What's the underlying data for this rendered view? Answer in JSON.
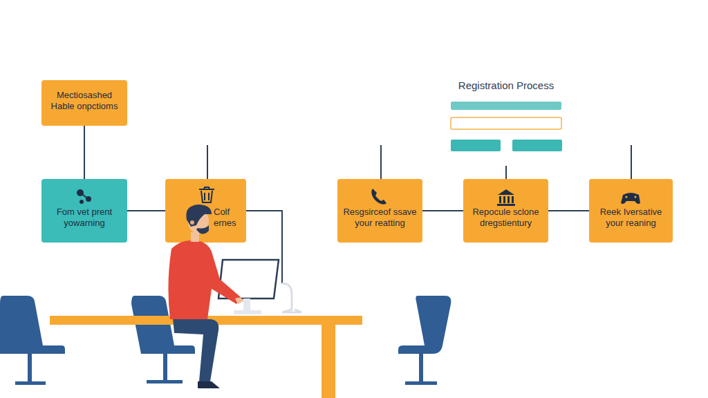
{
  "diagram": {
    "nodes": [
      {
        "text": [
          "Mectiosashed Hable onpctioms"
        ]
      },
      {
        "text": [
          "Fom vet prent yowarning"
        ]
      },
      {
        "text": [
          "Colf ernes"
        ]
      },
      {
        "text": [
          "Resgsirceof ssave your reatting"
        ]
      },
      {
        "text": [
          "Repocule sclone dregstientury"
        ]
      },
      {
        "text": [
          "Reek Iversative your reaning"
        ]
      }
    ],
    "edges": [
      {
        "from": 0,
        "to": 1,
        "arrow": "none"
      },
      {
        "from": 1,
        "to": 2,
        "arrow": "none"
      },
      {
        "from": 3,
        "to": 4,
        "arrow": "none"
      },
      {
        "from": 4,
        "to": 5,
        "arrow": "none"
      }
    ],
    "labels": [
      "Registration Process"
    ]
  }
}
